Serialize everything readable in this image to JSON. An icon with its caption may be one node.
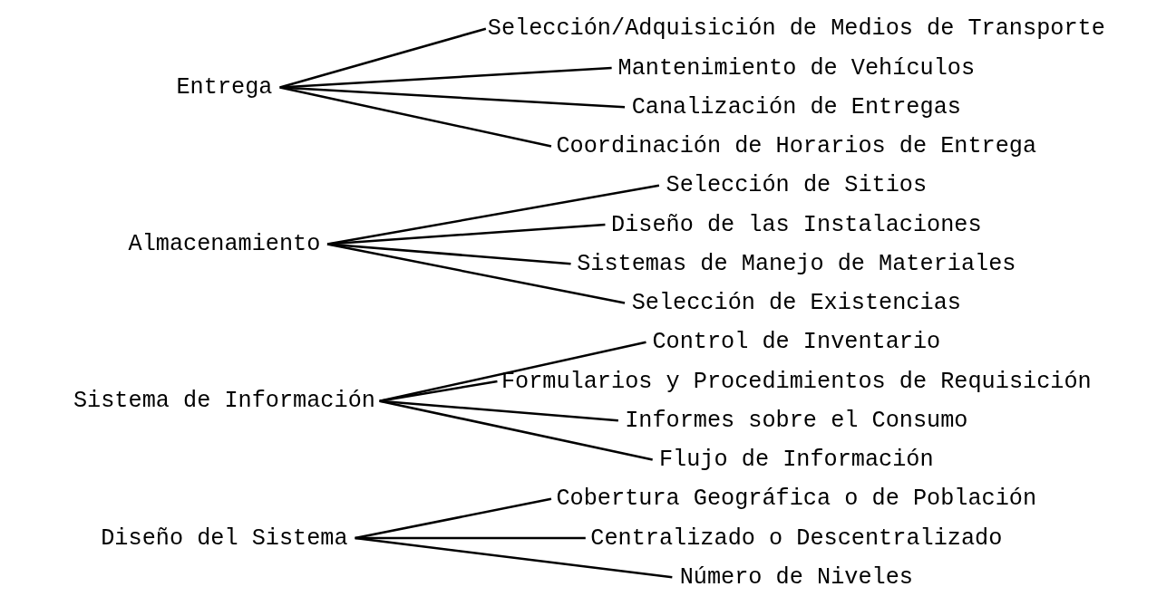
{
  "diagram": {
    "nodes": [
      {
        "text": [
          "Diseño del Sistema"
        ]
      },
      {
        "text": [
          "Cobertura Geográfica o de Población"
        ]
      },
      {
        "text": [
          "Centralizado o Descentralizado"
        ]
      },
      {
        "text": [
          "Número de Niveles"
        ]
      },
      {
        "text": [
          "Sistema de Información"
        ]
      },
      {
        "text": [
          "Control de Inventario"
        ]
      },
      {
        "text": [
          "Formularios y Procedimientos de Requisición"
        ]
      },
      {
        "text": [
          "Informes sobre el Consumo"
        ]
      },
      {
        "text": [
          "Flujo de Información"
        ]
      },
      {
        "text": [
          "Almacenamiento"
        ]
      },
      {
        "text": [
          "Selección de Sitios"
        ]
      },
      {
        "text": [
          "Diseño de las Instalaciones"
        ]
      },
      {
        "text": [
          "Sistemas de Manejo de Materiales"
        ]
      },
      {
        "text": [
          "Selección de Existencias"
        ]
      },
      {
        "text": [
          "Entrega"
        ]
      },
      {
        "text": [
          "Selección/Adquisición de Medios de Transporte"
        ]
      },
      {
        "text": [
          "Mantenimiento de Vehículos"
        ]
      },
      {
        "text": [
          "Canalización de Entregas"
        ]
      },
      {
        "text": [
          "Coordinación de Horarios de Entrega"
        ]
      }
    ],
    "edges": [
      {
        "from": 0,
        "to": 1,
        "arrow": "none"
      },
      {
        "from": 0,
        "to": 2,
        "arrow": "none"
      },
      {
        "from": 0,
        "to": 3,
        "arrow": "none"
      },
      {
        "from": 4,
        "to": 5,
        "arrow": "none"
      },
      {
        "from": 4,
        "to": 6,
        "arrow": "none"
      },
      {
        "from": 4,
        "to": 7,
        "arrow": "none"
      },
      {
        "from": 4,
        "to": 8,
        "arrow": "none"
      },
      {
        "from": 9,
        "to": 10,
        "arrow": "none"
      },
      {
        "from": 9,
        "to": 11,
        "arrow": "none"
      },
      {
        "from": 9,
        "to": 12,
        "arrow": "none"
      },
      {
        "from": 9,
        "to": 13,
        "arrow": "none"
      },
      {
        "from": 14,
        "to": 15,
        "arrow": "none"
      },
      {
        "from": 14,
        "to": 16,
        "arrow": "none"
      },
      {
        "from": 14,
        "to": 17,
        "arrow": "none"
      },
      {
        "from": 14,
        "to": 18,
        "arrow": "none"
      }
    ]
  }
}
